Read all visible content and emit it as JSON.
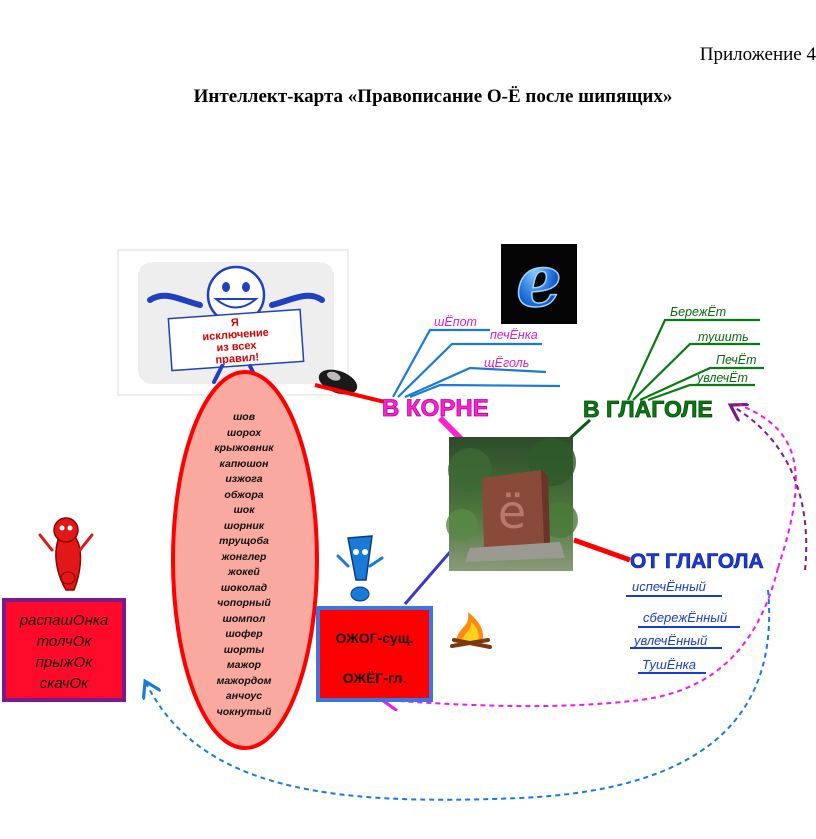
{
  "header": {
    "appendix": "Приложение 4",
    "title": "Интеллект-карта «Правописание О-Ё после шипящих»"
  },
  "exception_card": {
    "line1": "Я",
    "line2": "исключение",
    "line3": "из всех",
    "line4": "правил!"
  },
  "letter_icon": "e",
  "word_list": [
    "шов",
    "шорох",
    "крыжовник",
    "капюшон",
    "изжога",
    "обжора",
    "шок",
    "шорник",
    "трущоба",
    "жонглер",
    "жокей",
    "шоколад",
    "чопорный",
    "шомпол",
    "шофер",
    "шорты",
    "мажор",
    "мажордом",
    "анчоус",
    "чокнутый"
  ],
  "root_branch": {
    "label": "В КОРНЕ",
    "words": [
      "шЁпот",
      "печЁнка",
      "щЁголь"
    ]
  },
  "verb_branch": {
    "label": "В ГЛАГОЛЕ",
    "words": [
      "БережЁт",
      "тушить",
      "ПечЁт",
      "увлечЁт"
    ]
  },
  "from_verb_branch": {
    "label": "ОТ ГЛАГОЛА",
    "words": [
      "испечЁнный",
      "сбережЁнный",
      "увлечЁнный",
      "ТушЁнка"
    ]
  },
  "monument_letter": "ё",
  "exceptions_box": [
    "распашОнка",
    "толчОк",
    "прыжОк",
    "скачОк"
  ],
  "ozhog_box": {
    "line1": "ОЖОГ-сущ.",
    "line2": "ОЖЁГ-гл."
  },
  "colors": {
    "root_heading": "#ff22cc",
    "verb_heading": "#0a7a12",
    "from_verb_heading": "#1a3cd6",
    "root_words": "#d61ecc",
    "verb_words": "#0a6a10",
    "from_verb_words": "#1a3cd6",
    "ellipse_fill": "#f9a9a0",
    "ellipse_stroke": "#ff0000",
    "exceptions_fill": "#ff0a2a",
    "exceptions_border": "#7a1a8c",
    "ozhog_fill": "#ff0000",
    "ozhog_border": "#3a75e0"
  },
  "icons": [
    "smiley-exception-icon",
    "letter-e-icon",
    "monument-photo",
    "red-exclamation-icon",
    "blue-exclamation-icon",
    "campfire-icon",
    "mouse-icon"
  ]
}
